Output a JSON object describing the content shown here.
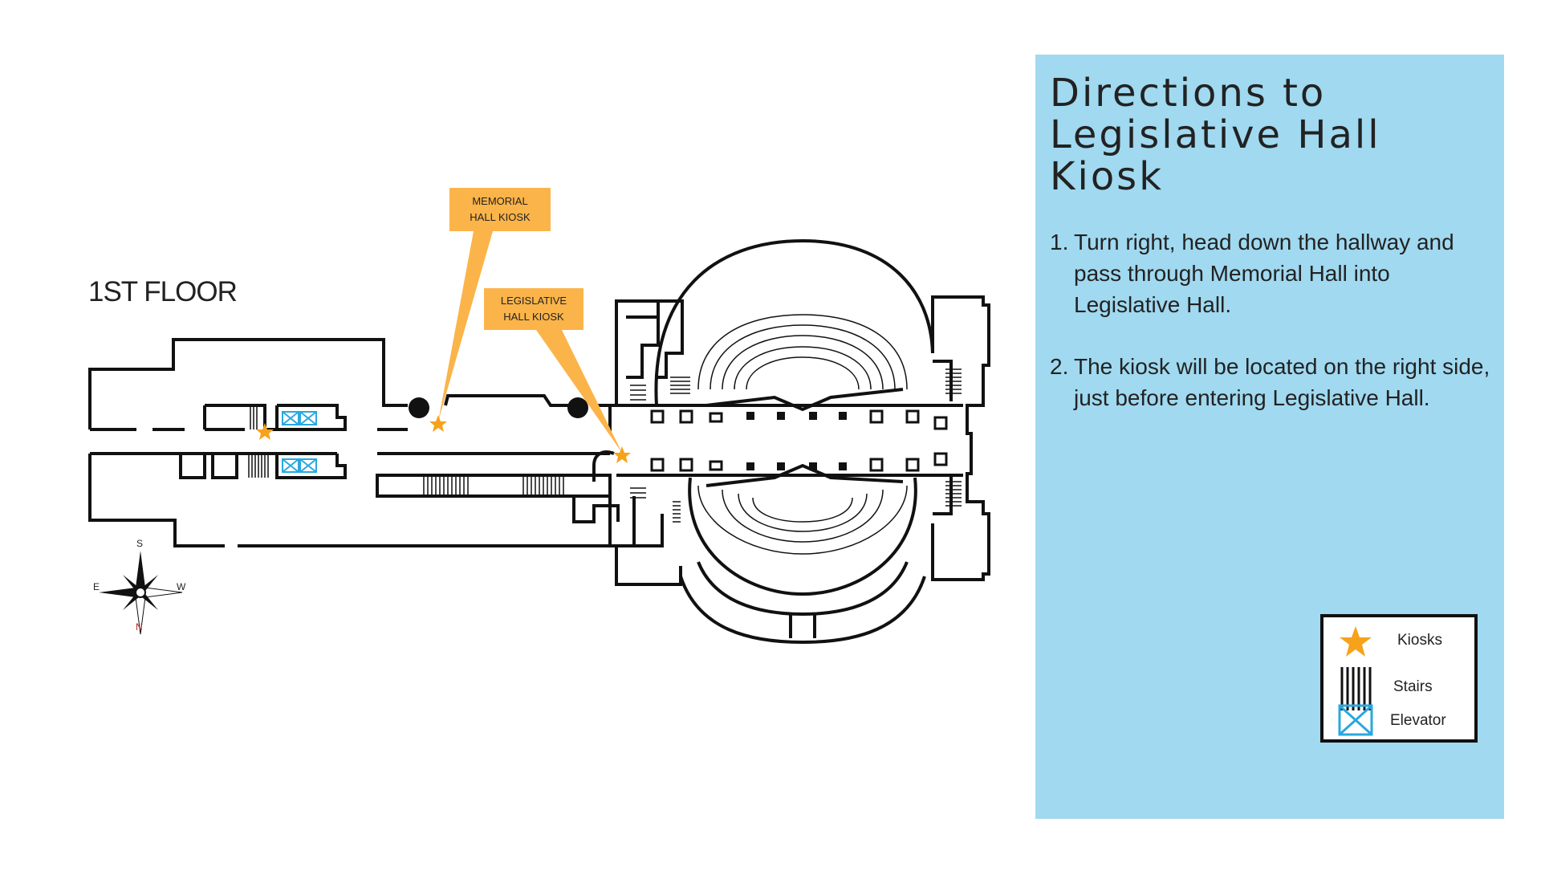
{
  "map": {
    "floor_label": "1ST FLOOR",
    "callouts": {
      "memorial": [
        "MEMORIAL",
        "HALL KIOSK"
      ],
      "legislative": [
        "LEGISLATIVE",
        "HALL KIOSK"
      ]
    },
    "compass": {
      "north": "N",
      "south": "S",
      "east": "E",
      "west": "W"
    },
    "colors": {
      "kiosk": "#f7a21b",
      "callout": "#fbb44a",
      "elevator": "#29a8df",
      "walls": "#111111"
    }
  },
  "panel": {
    "title_lines": [
      "Directions to",
      "Legislative Hall",
      "Kiosk"
    ],
    "background": "#a0d9f0",
    "steps": [
      {
        "num": "1.",
        "text": "Turn right, head down the hallway and pass through Memorial Hall into Legislative Hall."
      },
      {
        "num": "2.",
        "text": "The kiosk will be located on the right side, just before entering Legislative Hall."
      }
    ]
  },
  "legend": {
    "items": [
      {
        "icon": "star-icon",
        "label": "Kiosks"
      },
      {
        "icon": "stairs-icon",
        "label": "Stairs"
      },
      {
        "icon": "elevator-icon",
        "label": "Elevator"
      }
    ]
  }
}
